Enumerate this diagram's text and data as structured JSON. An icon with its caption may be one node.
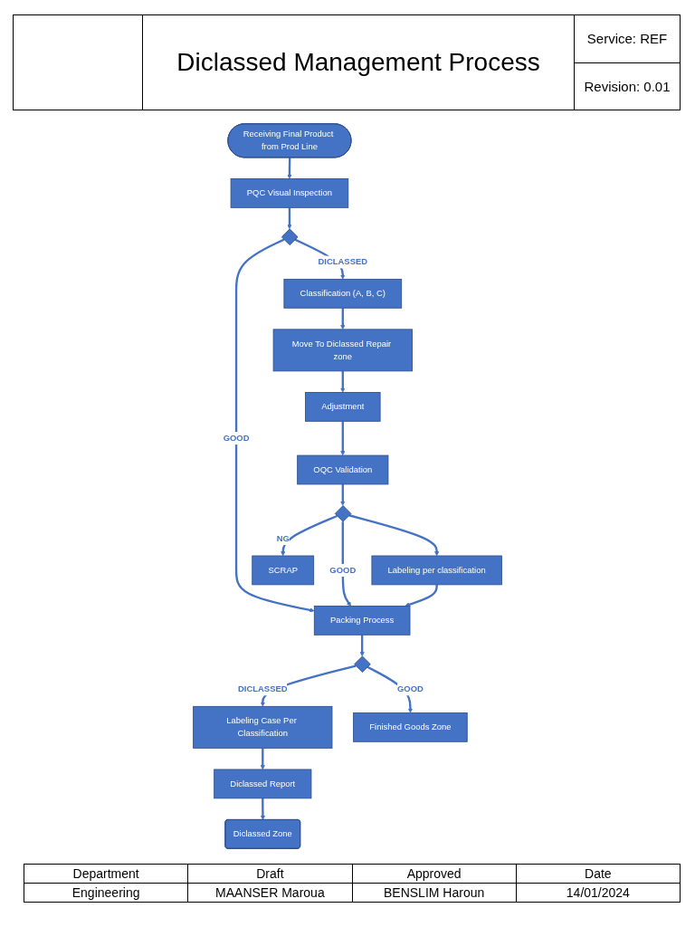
{
  "diagram": {
    "title": "Diclassed Management Process",
    "nodes": [
      {
        "text": [
          "Receiving Final Product from Prod Line"
        ]
      },
      {
        "text": [
          "PQC Visual Inspection"
        ]
      },
      {
        "text": [],
        "shape": "diamond"
      },
      {
        "text": [
          "Packing Process"
        ]
      },
      {
        "text": [
          "Classification (A, B, C)"
        ]
      },
      {
        "text": [],
        "shape": "diamond"
      },
      {
        "text": [
          "Labeling Case Per Classification"
        ]
      },
      {
        "text": [
          "Finished Goods Zone"
        ]
      },
      {
        "text": [
          "Move To Diclassed Repair zone"
        ]
      },
      {
        "text": [
          "Adjustment"
        ]
      },
      {
        "text": [],
        "shape": "diamond"
      },
      {
        "text": [
          "Labeling per classification"
        ]
      },
      {
        "text": [
          "OQC Validation"
        ]
      },
      {
        "text": [
          "Diclassed Report"
        ]
      },
      {
        "text": [
          "Diclassed Zone"
        ]
      },
      {
        "text": [
          "SCRAP"
        ]
      }
    ],
    "edges": [
      {
        "from": 0,
        "to": 1,
        "arrow": "to"
      },
      {
        "from": 1,
        "to": 2,
        "arrow": "to"
      },
      {
        "from": 2,
        "to": 3,
        "label": "GOOD",
        "arrow": "to"
      },
      {
        "from": 2,
        "to": 4,
        "label": "DICLASSED",
        "arrow": "to"
      },
      {
        "from": 3,
        "to": 5,
        "arrow": "to"
      },
      {
        "from": 5,
        "to": 6,
        "label": "DICLASSED",
        "arrow": "to"
      },
      {
        "from": 5,
        "to": 7,
        "label": "GOOD",
        "arrow": "to"
      },
      {
        "from": 6,
        "to": 13,
        "arrow": "to"
      },
      {
        "from": 13,
        "to": 14,
        "arrow": "to"
      },
      {
        "from": 4,
        "to": 8,
        "arrow": "to"
      },
      {
        "from": 8,
        "to": 9,
        "arrow": "to"
      },
      {
        "from": 9,
        "to": 12,
        "arrow": "to"
      },
      {
        "from": 12,
        "to": 10,
        "arrow": "to"
      },
      {
        "from": 10,
        "to": 3,
        "label": "GOOD",
        "arrow": "to"
      },
      {
        "from": 10,
        "to": 11,
        "arrow": "to"
      },
      {
        "from": 11,
        "to": 3,
        "arrow": "to"
      },
      {
        "from": 10,
        "to": 15,
        "label": "NG",
        "arrow": "to"
      }
    ],
    "labels": [
      "Service: REF",
      "Revision: 0.01",
      "Department",
      "Draft",
      "Approved",
      "Date",
      "Engineering",
      "MAANSER Maroua",
      "BENSLIM Haroun",
      "14/01/2024"
    ]
  }
}
